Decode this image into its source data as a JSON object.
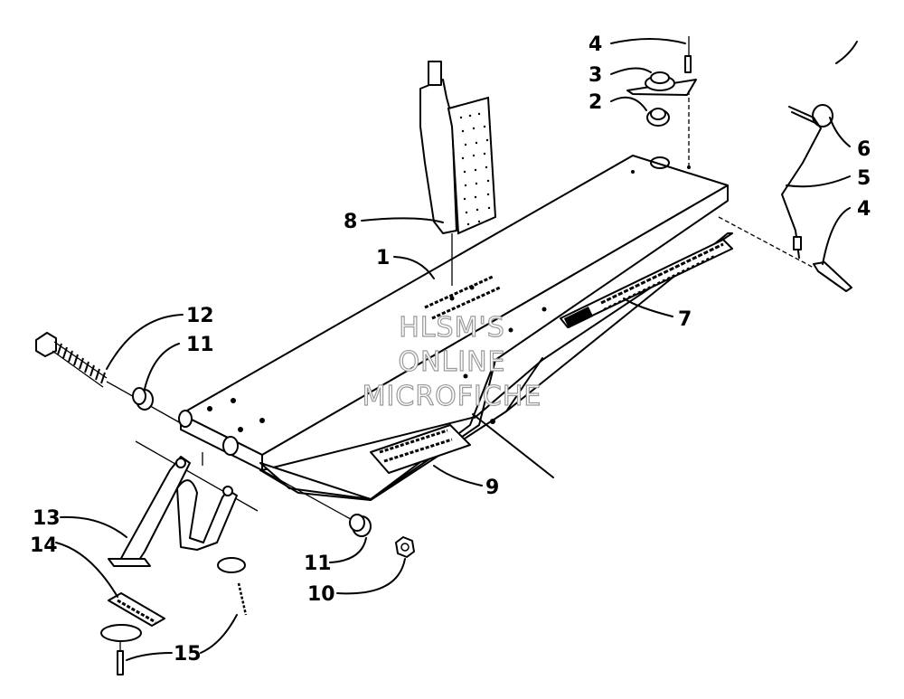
{
  "callouts": {
    "c1": "1",
    "c2": "2",
    "c3": "3",
    "c4a": "4",
    "c4b": "4",
    "c5": "5",
    "c6": "6",
    "c7": "7",
    "c8": "8",
    "c9": "9",
    "c10": "10",
    "c11a": "11",
    "c11b": "11",
    "c12": "12",
    "c13": "13",
    "c14": "14",
    "c15": "15"
  },
  "watermark": {
    "line1": "HLSM'S",
    "line2": "ONLINE",
    "line3": "MICROFICHE"
  }
}
